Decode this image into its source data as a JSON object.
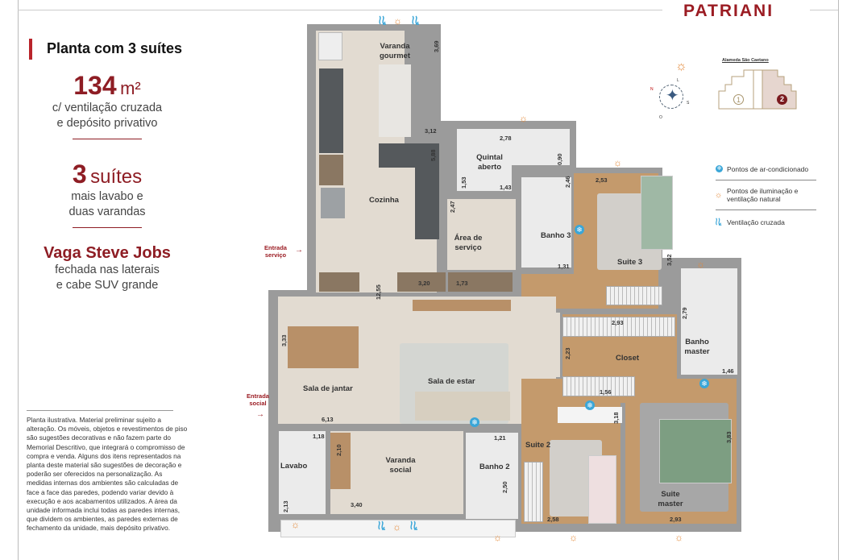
{
  "brand": "PATRIANI",
  "colors": {
    "accent": "#9b1c23",
    "wall": "#9b9b9b",
    "tile": "#e2dbd1",
    "wood": "#c49a6c",
    "ac": "#3aa6d8",
    "sun": "#e48a3a"
  },
  "panel": {
    "title": "Planta com 3 suítes",
    "area_value": "134",
    "area_unit": "m²",
    "area_sub": [
      "c/ ventilação cruzada",
      "e depósito privativo"
    ],
    "suites_value": "3",
    "suites_unit": "suítes",
    "suites_sub": [
      "mais lavabo e",
      "duas varandas"
    ],
    "vaga_title": "Vaga Steve Jobs",
    "vaga_sub": [
      "fechada nas laterais",
      "e cabe SUV grande"
    ]
  },
  "disclaimer": "Planta ilustrativa. Material preliminar sujeito a alteração. Os móveis, objetos e revestimentos de piso são sugestões decorativas e não fazem parte do Memorial Descritivo, que integrará o compromisso de compra e venda. Alguns dos itens representados na planta deste material são sugestões de decoração e poderão ser oferecidos na personalização. As medidas internas dos ambientes são calculadas de face a face das paredes, podendo variar devido à execução e aos acabamentos utilizados. A área da unidade informada inclui todas as paredes internas, que dividem os ambientes, as paredes externas de fechamento da unidade, mais depósito privativo.",
  "key_plan": {
    "street": "Alameda São Caetano",
    "unit_1": "1",
    "unit_2": "2",
    "selected": "2"
  },
  "compass": {
    "n": "N",
    "l": "L",
    "s": "S",
    "o": "O"
  },
  "legend": [
    {
      "icon": "snowflake-icon",
      "label": "Pontos de ar-condicionado"
    },
    {
      "icon": "sun-icon",
      "label": "Pontos de iluminação e ventilação natural"
    },
    {
      "icon": "cross-ventilation-icon",
      "label": "Ventilação cruzada"
    }
  ],
  "entries": {
    "servico": "Entrada serviço",
    "social": "Entrada social"
  },
  "rooms": {
    "varanda_gourmet": "Varanda gourmet",
    "cozinha": "Cozinha",
    "quintal": "Quintal aberto",
    "area_servico": "Área de serviço",
    "banho3": "Banho 3",
    "suite3": "Suite 3",
    "banho_master": "Banho master",
    "closet": "Closet",
    "sala_jantar": "Sala de jantar",
    "sala_estar": "Sala de estar",
    "lavabo": "Lavabo",
    "varanda_social": "Varanda social",
    "banho2": "Banho 2",
    "suite2": "Suite 2",
    "suite_master": "Suite master"
  },
  "dims": {
    "d369": "3,69",
    "d312": "3,12",
    "d588": "5,88",
    "d278": "2,78",
    "d090": "0,90",
    "d153": "1,53",
    "d143": "1,43",
    "d247": "2,47",
    "d246": "2,46",
    "d253": "2,53",
    "d131": "1,31",
    "d352": "3,52",
    "d320": "3,20",
    "d173": "1,73",
    "d1255": "12,55",
    "d279": "2,79",
    "d293a": "2,93",
    "d223": "2,23",
    "d146": "1,46",
    "d156": "1,56",
    "d318": "3,18",
    "d333": "3,33",
    "d613": "6,13",
    "d118": "1,18",
    "d210": "2,10",
    "d121": "1,21",
    "d250": "2,50",
    "d213": "2,13",
    "d340": "3,40",
    "d258": "2,58",
    "d293b": "2,93",
    "d383": "3,83"
  }
}
